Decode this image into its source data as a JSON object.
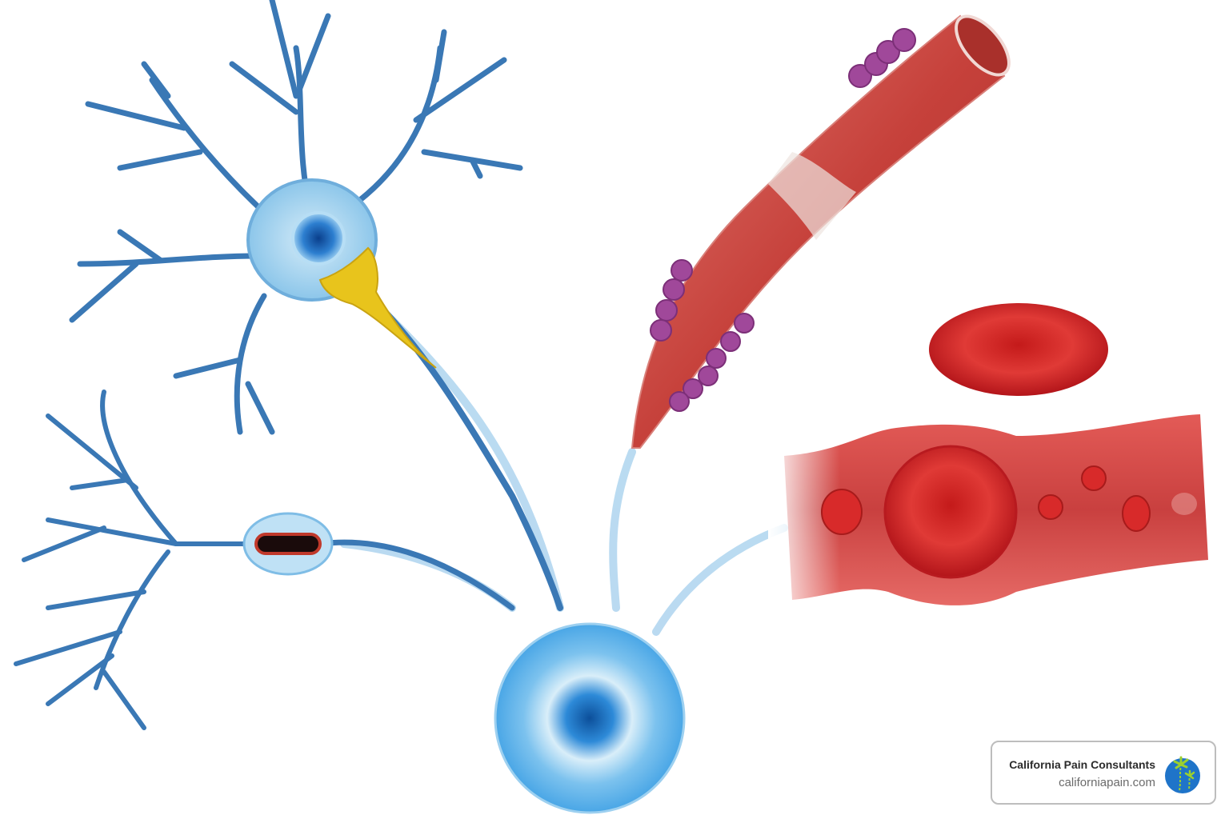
{
  "illustration": {
    "description": "Medical illustration of cell types branching from a central stem cell: neuron, nerve fiber with node, skeletal muscle fiber, red blood cell, blood vessel",
    "elements": [
      {
        "name": "neuron",
        "color": "#3a78b5"
      },
      {
        "name": "axon-hillock",
        "color": "#e8c41c"
      },
      {
        "name": "nerve-fiber-node",
        "color": "#3a78b5"
      },
      {
        "name": "muscle-fiber",
        "color": "#c9413c"
      },
      {
        "name": "muscle-nodules",
        "color": "#a0489a"
      },
      {
        "name": "red-blood-cell",
        "color": "#d4201f"
      },
      {
        "name": "blood-vessel",
        "color": "#d23a38"
      },
      {
        "name": "stem-cell",
        "color": "#3aa0e0"
      }
    ]
  },
  "badge": {
    "title": "California Pain Consultants",
    "url": "californiapain.com",
    "logo_icon": "palm-tree-globe-icon",
    "logo_color": "#1f74c9",
    "border_color": "#bdbdbd"
  }
}
